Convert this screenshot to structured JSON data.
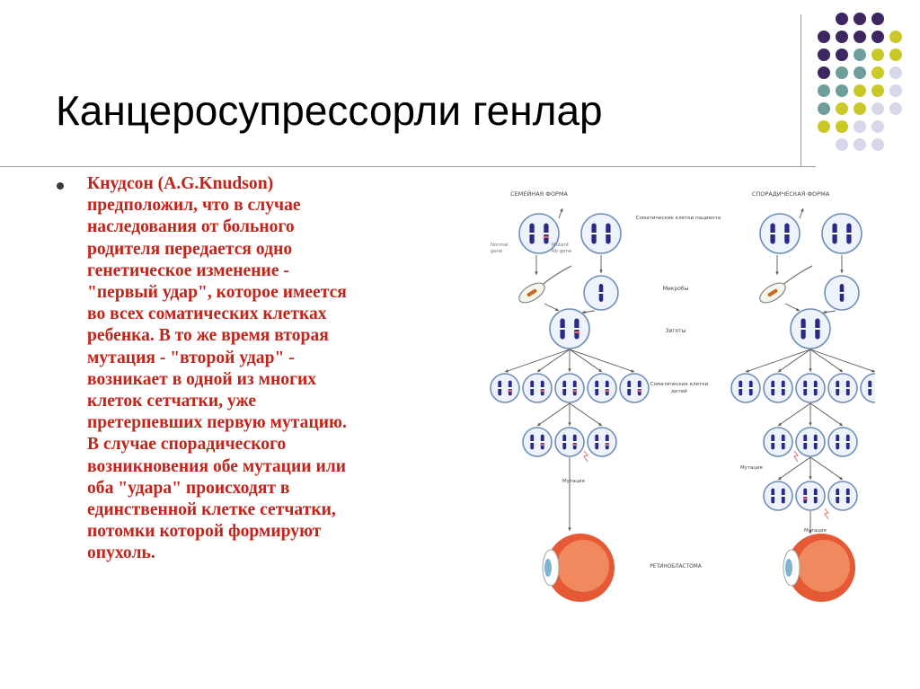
{
  "slide": {
    "title": "Канцеросупрессорли генлар",
    "body_text": "Кнудсон (A.G.Knudson)\nпредположил, что в случае\nнаследования от больного\nродителя передается одно\nгенетическое изменение -\n\"первый удар\", которое имеется\nво всех соматических клетках\nребенка. В то же время вторая\nмутация - \"второй удар\" -\nвозникает в одной из многих\nклеток сетчатки, уже\nпретерпевших первую мутацию.\nВ случае спорадического\nвозникновения обе мутации или\nоба \"удара\" происходят в\nединственной клетке сетчатки,\nпотомки которой формируют\nопухоль."
  },
  "diagram": {
    "left_header": "СЕМЕЙНАЯ ФОРМА",
    "right_header": "СПОРАДИЧЕСКАЯ ФОРМА",
    "label_somatic_parent": "Соматические клетки пациента",
    "label_gametes": "Микробы",
    "label_zygotes": "Зиготы",
    "label_somatic_children_1": "Соматические клетки",
    "label_somatic_children_2": "детей",
    "label_normal_gene_1": "Normal",
    "label_normal_gene_2": "gene",
    "label_mutant_gene_1": "Mutant",
    "label_mutant_gene_2": "Rb gene",
    "label_mutation": "Мутация",
    "label_retinoblastoma": "РЕТИНОБЛАСТОМА"
  },
  "colors": {
    "title": "#000000",
    "body_text": "#c0241a",
    "dot_purple": "#3e2660",
    "dot_teal": "#6f9d9c",
    "dot_olive": "#c9c929",
    "dot_lavender": "#d7d7ea",
    "cell_border": "#6f8fb8",
    "chromosome": "#2a2a86",
    "gene_mark": "#e36a6a",
    "eye": "#e55a35"
  }
}
